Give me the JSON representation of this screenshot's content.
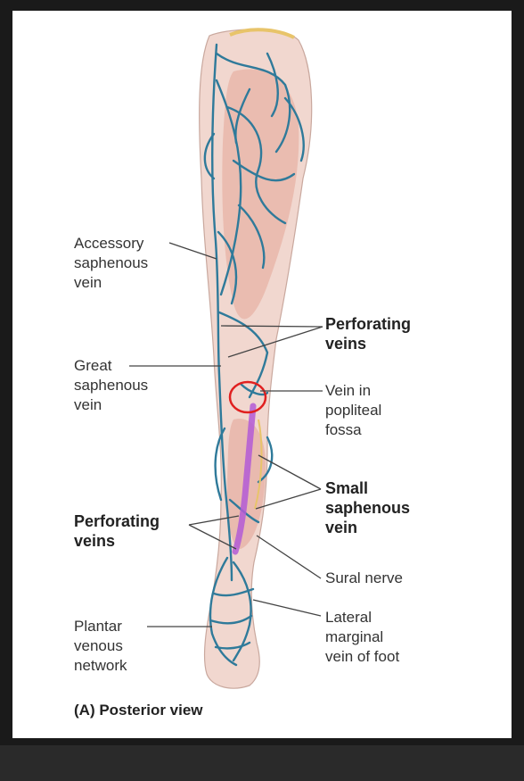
{
  "figure": {
    "caption": "(A) Posterior view",
    "labels": {
      "accessory_saphenous_vein": "Accessory\nsaphenous\nvein",
      "great_saphenous_vein": "Great\nsaphenous\nvein",
      "perforating_veins_upper": "Perforating\nveins",
      "vein_in_popliteal_fossa": "Vein in\npopliteal\nfossa",
      "small_saphenous_vein": "Small\nsaphenous\nvein",
      "perforating_veins_lower": "Perforating\nveins",
      "sural_nerve": "Sural nerve",
      "plantar_venous_network": "Plantar\nvenous\nnetwork",
      "lateral_marginal_vein": "Lateral\nmarginal\nvein of foot"
    },
    "colors": {
      "vein": "#2f7a9a",
      "skin": "#f1d7cf",
      "muscle": "#e7b3a6",
      "highlight_small_saphenous": "#b35bd6",
      "annotation_circle": "#e02020",
      "leader_line": "#444444"
    }
  }
}
